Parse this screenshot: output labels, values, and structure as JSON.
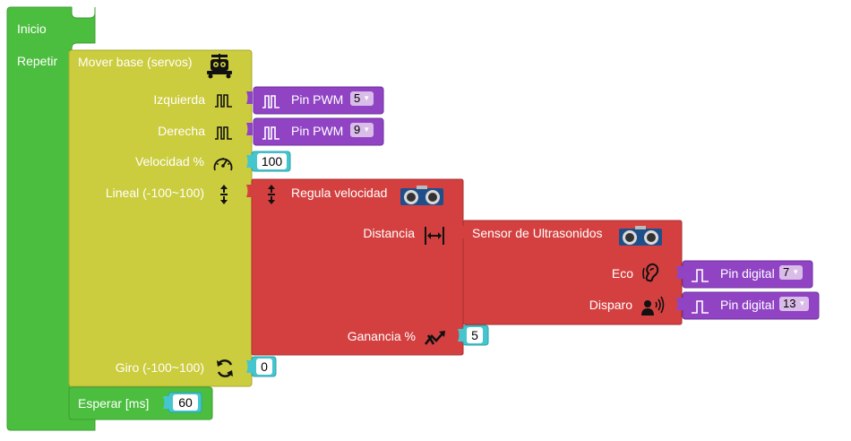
{
  "colors": {
    "control": "#4cbe3f",
    "control_dark": "#3c9e32",
    "base": "#cccc3f",
    "base_dark": "#a9a930",
    "sensor": "#d44040",
    "sensor_dark": "#a83030",
    "pin": "#9044c4",
    "pin_dark": "#7030a0",
    "number": "#45c6cf",
    "number_dark": "#2fa0a8"
  },
  "inicio": {
    "label": "Inicio"
  },
  "repetir": {
    "label": "Repetir"
  },
  "mover_base": {
    "label": "Mover base (servos)",
    "icon": "robot-icon",
    "izquierda": {
      "label": "Izquierda",
      "icon": "pwm-signal-icon",
      "pin_label": "Pin PWM",
      "pin_value": "5"
    },
    "derecha": {
      "label": "Derecha",
      "icon": "pwm-signal-icon",
      "pin_label": "Pin PWM",
      "pin_value": "9"
    },
    "velocidad": {
      "label": "Velocidad %",
      "icon": "speedometer-icon",
      "value": "100"
    },
    "lineal": {
      "label": "Lineal (-100~100)",
      "icon": "up-down-arrows-icon"
    },
    "giro": {
      "label": "Giro (-100~100)",
      "icon": "rotate-icon",
      "value": "0"
    }
  },
  "regula_velocidad": {
    "label": "Regula velocidad",
    "icon": "up-down-arrows-icon",
    "image": "ultrasonic-sensor-icon",
    "distancia": {
      "label": "Distancia",
      "icon": "distance-icon"
    },
    "ganancia": {
      "label": "Ganancia %",
      "icon": "speed-gain-icon",
      "value": "5"
    }
  },
  "sensor_ultrasonidos": {
    "label": "Sensor de Ultrasonidos",
    "image": "ultrasonic-sensor-icon",
    "eco": {
      "label": "Eco",
      "icon": "ear-icon",
      "pin_label": "Pin digital",
      "pin_value": "7"
    },
    "disparo": {
      "label": "Disparo",
      "icon": "speaker-person-icon",
      "pin_label": "Pin digital",
      "pin_value": "13"
    }
  },
  "esperar": {
    "label": "Esperar [ms]",
    "value": "60"
  }
}
